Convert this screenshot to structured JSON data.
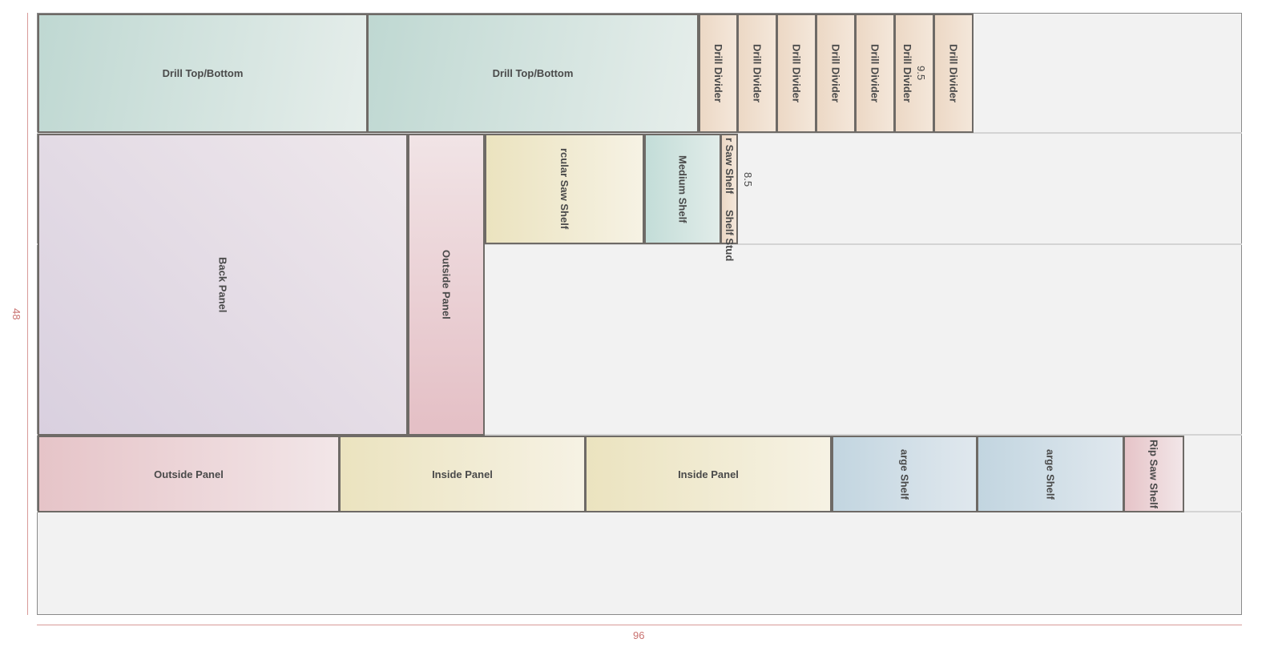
{
  "dimensions": {
    "height": "48",
    "width": "96"
  },
  "pieces": {
    "drill_top_1": "Drill Top/Bottom",
    "drill_top_2": "Drill Top/Bottom",
    "divider": "Drill Divider",
    "divider_dim": "9.5",
    "back_panel": "Back Panel",
    "outside_panel_v": "Outside Panel",
    "circular_saw_shelf": "rcular Saw Shelf",
    "medium_shelf": "Medium Shelf",
    "narrow_strip": "r Saw Shelf",
    "shelf_stud": "Shelf Stud",
    "narrow_dim": "8.5",
    "outside_panel_h": "Outside Panel",
    "inside_panel_1": "Inside Panel",
    "inside_panel_2": "Inside Panel",
    "large_shelf_1": "arge Shelf",
    "large_shelf_2": "arge Shelf",
    "rip_saw_shelf": "Rip Saw Shelf"
  },
  "colors": {
    "dimension": "#c9716f"
  }
}
